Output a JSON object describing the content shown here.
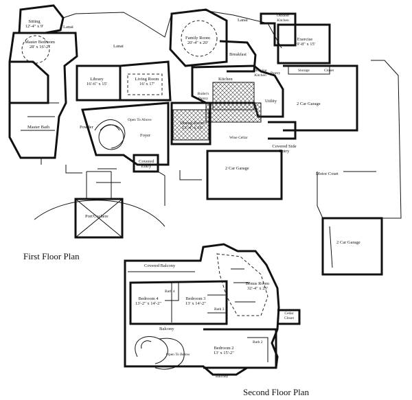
{
  "titles": {
    "first": "First Floor Plan",
    "second": "Second Floor Plan"
  },
  "first_floor": {
    "sitting": {
      "name": "Sitting",
      "dim": "12'-4\" x 9'"
    },
    "lanai_nw": "Lanai",
    "master_bedroom": {
      "name": "Master Bedroom",
      "dim": "28' x 16'-2\""
    },
    "lanai_mid": "Lanai",
    "lanai_top": "Lanai",
    "family_room": {
      "name": "Family Room",
      "dim": "20'-4\" x 20'"
    },
    "outdoor_kitchen": "Outdoor Kitchen",
    "exercise": {
      "name": "Exercise",
      "dim": "19'-8\" x 15'"
    },
    "breakfast": "Breakfast",
    "library": {
      "name": "Library",
      "dim": "16'-6\" x 15'"
    },
    "living_room": {
      "name": "Living Room",
      "dim": "16' x 17'"
    },
    "kitchen": "Kitchen",
    "morning_kitchen": "Morning Kitchen",
    "pantry": "Pantry",
    "storage": "Storage",
    "closet": "Closet",
    "utility": "Utility",
    "butlers_pantry": "Butler's Pantry",
    "garage_east": "2 Car Garage",
    "master_bath": "Master Bath",
    "powder": "Powder",
    "open_to_above": "Open To Above",
    "foyer": "Foyer",
    "dining_room": {
      "name": "Dining Room",
      "dim": "13'-4\" x 16'"
    },
    "wine_cellar": "Wine Cellar",
    "covered_entry": "Covered Entry",
    "covered_side_entry": "Covered Side Entry",
    "garage_center": "2 Car Garage",
    "motor_court": "Motor Court",
    "porte_cochere": "Port'Cochere",
    "garage_south": "2 Car Garage"
  },
  "second_floor": {
    "covered_balcony": "Covered Balcony",
    "bath4": "Bath 4",
    "bedroom4": {
      "name": "Bedroom 4",
      "dim": "13'-2\" x 14'-2\""
    },
    "bedroom3": {
      "name": "Bedroom 3",
      "dim": "13' x 14'-2\""
    },
    "bath3": "Bath 3",
    "bonus_room": {
      "name": "Bonus Room",
      "dim": "32'-4\" x 23'"
    },
    "cedar_closet": "Cedar Closet",
    "balcony": "Balcony",
    "bath2": "Bath 2",
    "open_to_below": "Open To Below",
    "bedroom2": {
      "name": "Bedroom 2",
      "dim": "13' x 15'-2\""
    },
    "balcony_south": "Balcony"
  }
}
